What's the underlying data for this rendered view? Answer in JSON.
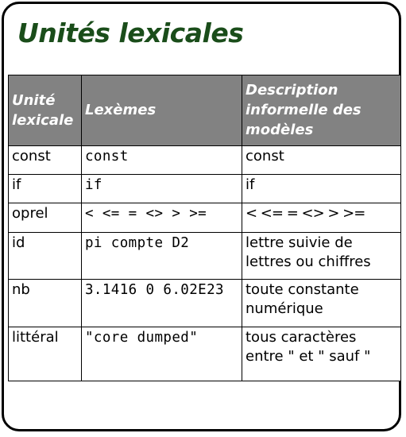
{
  "title": "Unités lexicales",
  "table": {
    "headers": [
      "Unité lexicale",
      "Lexèmes",
      "Description informelle des modèles"
    ],
    "rows": [
      [
        "const",
        "const",
        "const"
      ],
      [
        "if",
        "if",
        "if"
      ],
      [
        "oprel",
        "< <= = <> > >=",
        "< <= = <> > >="
      ],
      [
        "id",
        "pi compte D2",
        "lettre suivie de lettres ou chiffres"
      ],
      [
        "nb",
        "3.1416 0 6.02E23",
        "toute constante numérique"
      ],
      [
        "littéral",
        "\"core dumped\"",
        "tous caractères entre \" et \" sauf \""
      ]
    ]
  },
  "colors": {
    "title": "#1a4d1a",
    "header_bg": "#828282",
    "header_text": "#ffffff"
  }
}
